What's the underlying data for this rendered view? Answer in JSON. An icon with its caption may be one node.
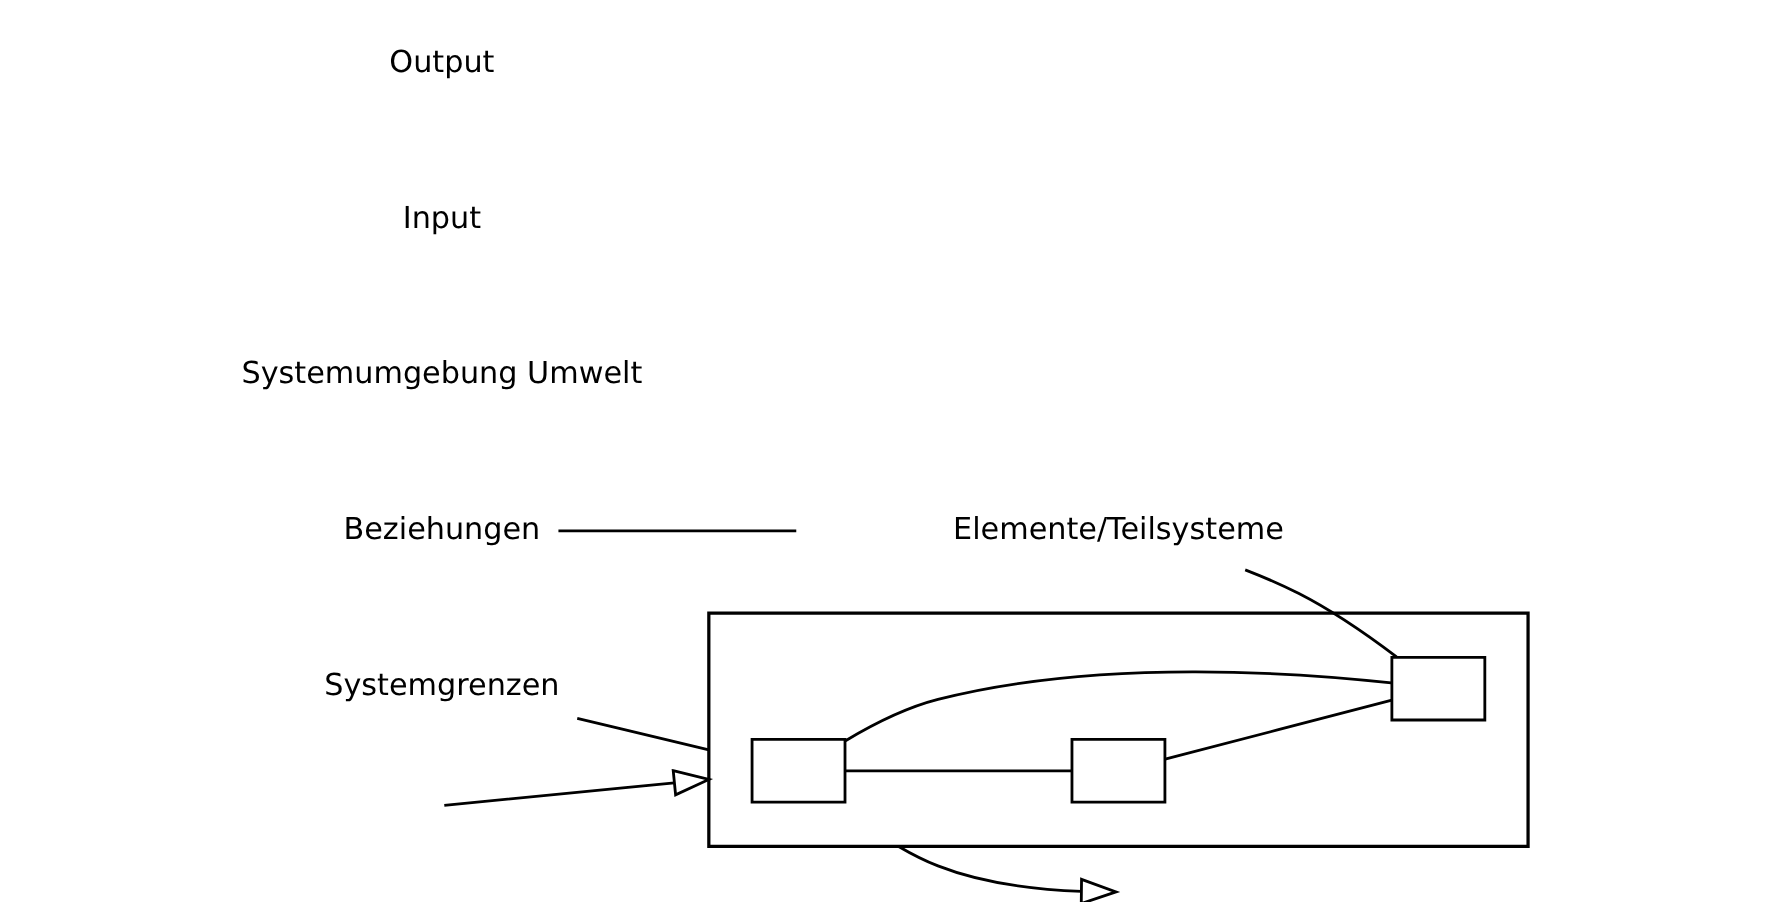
{
  "diagram": {
    "nodes": [
      {
        "text": [],
        "shape": "box"
      },
      {
        "text": [],
        "shape": "box",
        "in": 0
      },
      {
        "text": [],
        "shape": "box",
        "in": 0
      },
      {
        "text": [],
        "shape": "box",
        "in": 0
      },
      {
        "text": [
          "Systemgrenzen"
        ]
      },
      {
        "text": [
          "Beziehungen"
        ]
      },
      {
        "text": [
          "Elemente/Teilsysteme"
        ]
      }
    ],
    "edges": [
      {
        "from": null,
        "to": 0,
        "arrow": "to"
      },
      {
        "from": 1,
        "to": 2,
        "arrow": "none"
      },
      {
        "from": 1,
        "to": 3,
        "arrow": "none"
      },
      {
        "from": 2,
        "to": 3,
        "arrow": "none"
      },
      {
        "from": 0,
        "to": null,
        "arrow": "to"
      },
      {
        "from": 4,
        "to": 0,
        "arrow": "none"
      },
      {
        "from": 5,
        "to": null,
        "arrow": "none"
      },
      {
        "from": 6,
        "to": 3,
        "arrow": "none"
      }
    ],
    "labels": [
      "Systemumgebung Umwelt",
      "Input",
      "Output"
    ]
  }
}
